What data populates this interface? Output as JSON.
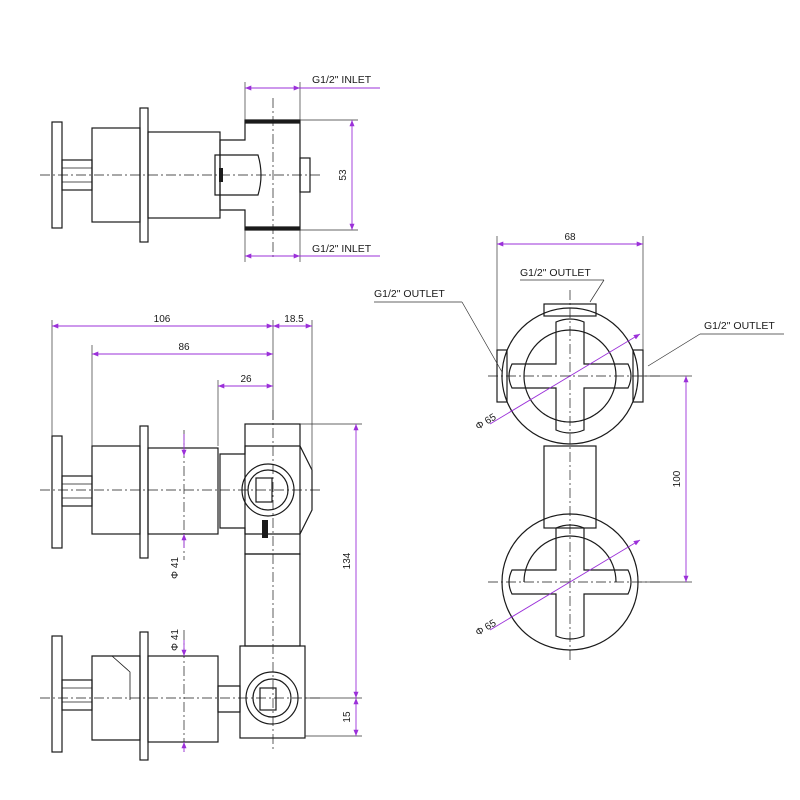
{
  "colors": {
    "line": "#1a1a1a",
    "dimension": "#9b30d9",
    "background": "#ffffff"
  },
  "labels": {
    "inlet_top": "G1/2\"  INLET",
    "inlet_bottom": "G1/2\"  INLET",
    "outlet_top": "G1/2\" OUTLET",
    "outlet_left": "G1/2\" OUTLET",
    "outlet_right": "G1/2\" OUTLET"
  },
  "dimensions": {
    "inlet_spacing": "53",
    "overall_depth": "106",
    "handle_depth": "86",
    "body_offset": "26",
    "outlet_offset": "18.5",
    "height_total": "134",
    "height_bottom": "15",
    "width_front": "68",
    "handle_spacing": "100",
    "dia_upper_plate": "Φ 41",
    "dia_lower_plate": "Φ 41",
    "dia_upper_rosette": "Φ 65",
    "dia_lower_rosette": "Φ 65"
  }
}
